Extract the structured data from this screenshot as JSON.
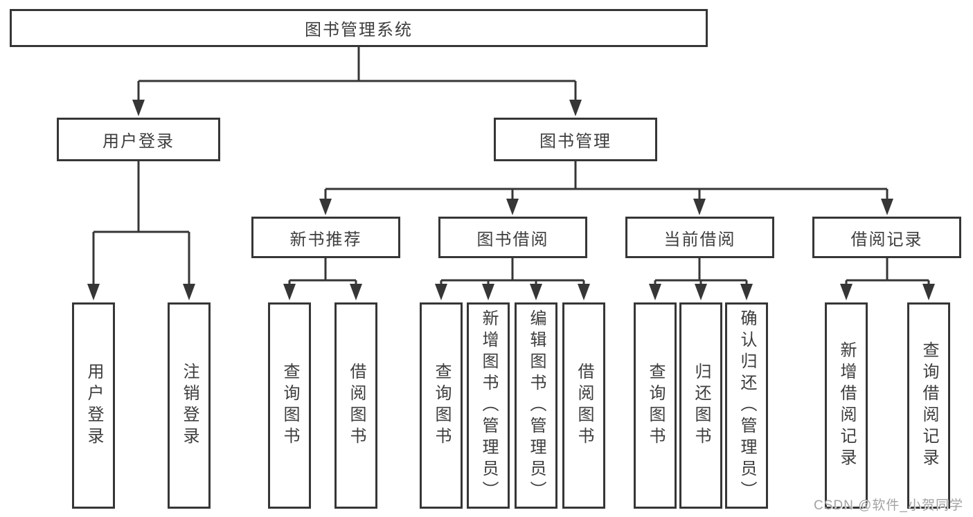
{
  "diagram": {
    "nodes": {
      "root": "图书管理系统",
      "user_login": "用户登录",
      "book_management": "图书管理",
      "new_book_recommend": "新书推荐",
      "book_borrowing": "图书借阅",
      "current_borrowing": "当前借阅",
      "borrowing_records": "借阅记录",
      "leaf_user_login": "用户登录",
      "leaf_logout_login": "注销登录",
      "leaf_query_books_recommend": "查询图书",
      "leaf_borrow_books_recommend": "借阅图书",
      "leaf_query_books_borrowing": "查询图书",
      "leaf_add_books_admin": "新增图书（管理员）",
      "leaf_edit_books_admin": "编辑图书（管理员）",
      "leaf_borrow_books_borrowing": "借阅图书",
      "leaf_query_books_current": "查询图书",
      "leaf_return_books": "归还图书",
      "leaf_confirm_return_admin": "确认归还（管理员）",
      "leaf_add_borrow_record": "新增借阅记录",
      "leaf_query_borrow_record": "查询借阅记录"
    },
    "colors": {
      "line": "#363636",
      "box_border": "#363636",
      "text": "#3d3d3d",
      "background": "#ffffff",
      "watermark_text_color": "#a2a2a2"
    }
  },
  "watermark": {
    "text": "CSDN @软件_小贺同学"
  }
}
